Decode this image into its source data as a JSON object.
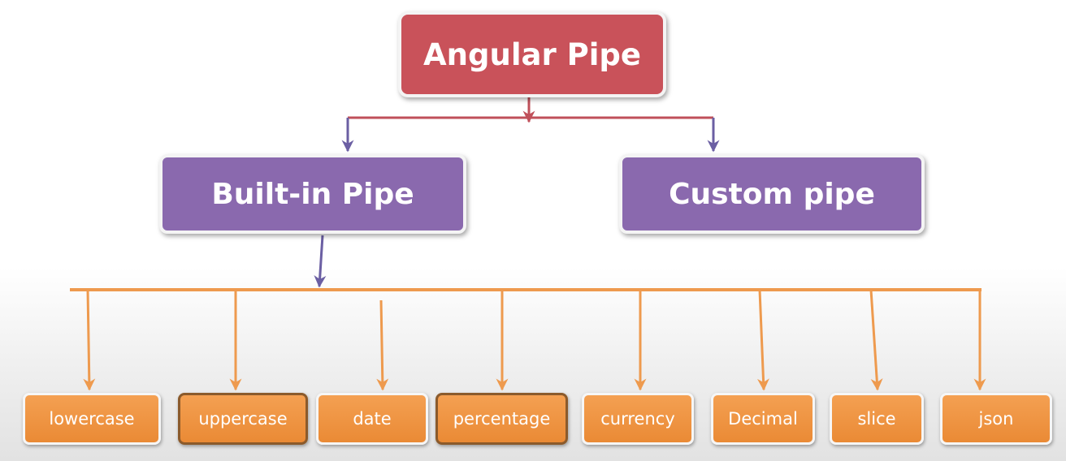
{
  "root": {
    "label": "Angular Pipe"
  },
  "categories": [
    {
      "label": "Built-in Pipe"
    },
    {
      "label": "Custom pipe"
    }
  ],
  "builtin_pipes": [
    {
      "label": "lowercase"
    },
    {
      "label": "uppercase"
    },
    {
      "label": "date"
    },
    {
      "label": "percentage"
    },
    {
      "label": "currency"
    },
    {
      "label": "Decimal"
    },
    {
      "label": "slice"
    },
    {
      "label": "json"
    }
  ],
  "colors": {
    "root_fill": "#c9525a",
    "category_fill": "#8a69ae",
    "leaf_fill": "#ee9240",
    "root_connector": "#c0505a",
    "arrow_purple": "#6b5fa3",
    "leaf_connector": "#ee9a4e"
  }
}
